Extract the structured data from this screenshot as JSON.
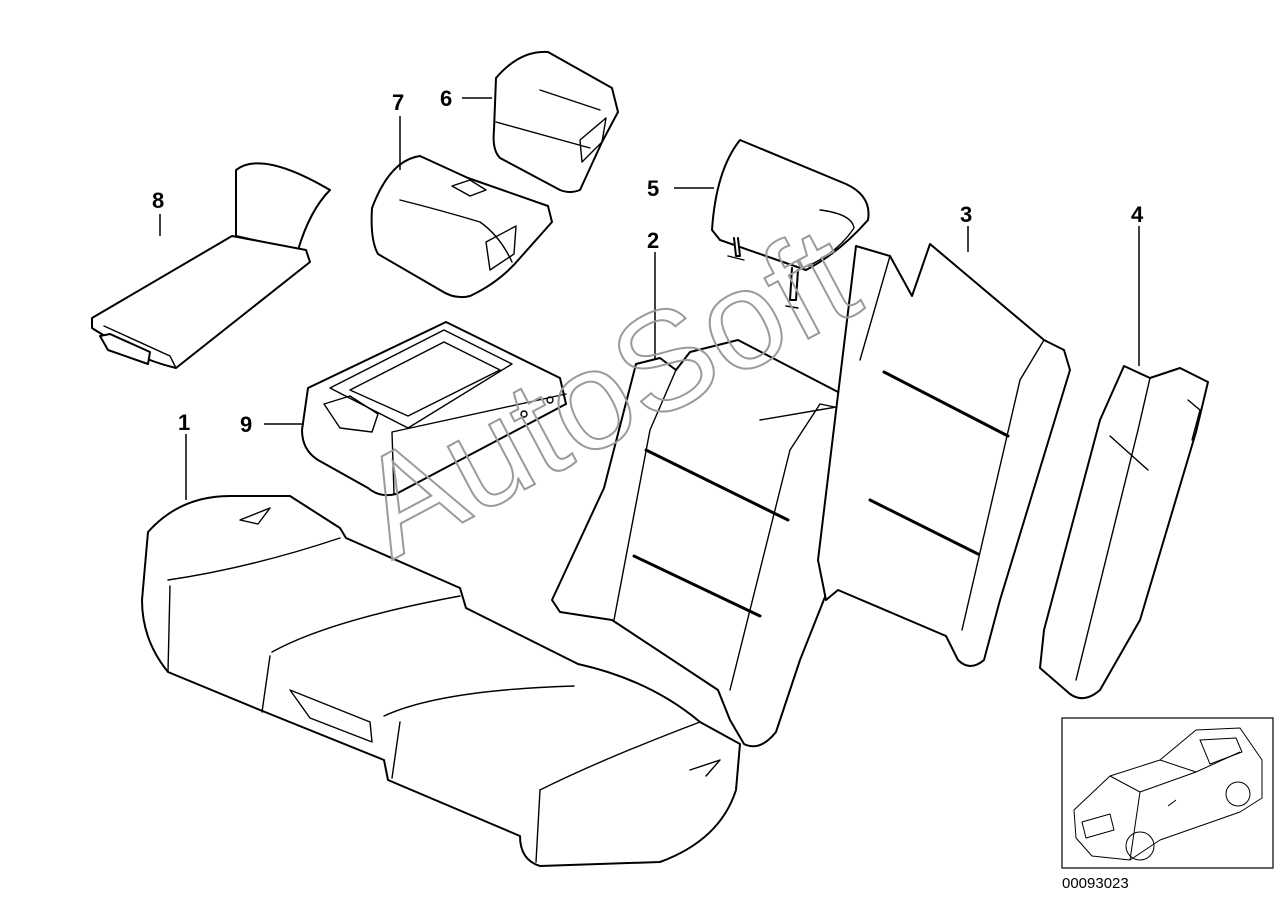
{
  "diagram": {
    "callouts": [
      {
        "id": "1",
        "label": "1"
      },
      {
        "id": "2",
        "label": "2"
      },
      {
        "id": "3",
        "label": "3"
      },
      {
        "id": "4",
        "label": "4"
      },
      {
        "id": "5",
        "label": "5"
      },
      {
        "id": "6",
        "label": "6"
      },
      {
        "id": "7",
        "label": "7"
      },
      {
        "id": "8",
        "label": "8"
      },
      {
        "id": "9",
        "label": "9"
      }
    ],
    "watermark": "AutoSoft",
    "part_number": "00093023",
    "colors": {
      "line": "#000000",
      "watermark": "#9a9a9a",
      "background": "#ffffff"
    }
  }
}
